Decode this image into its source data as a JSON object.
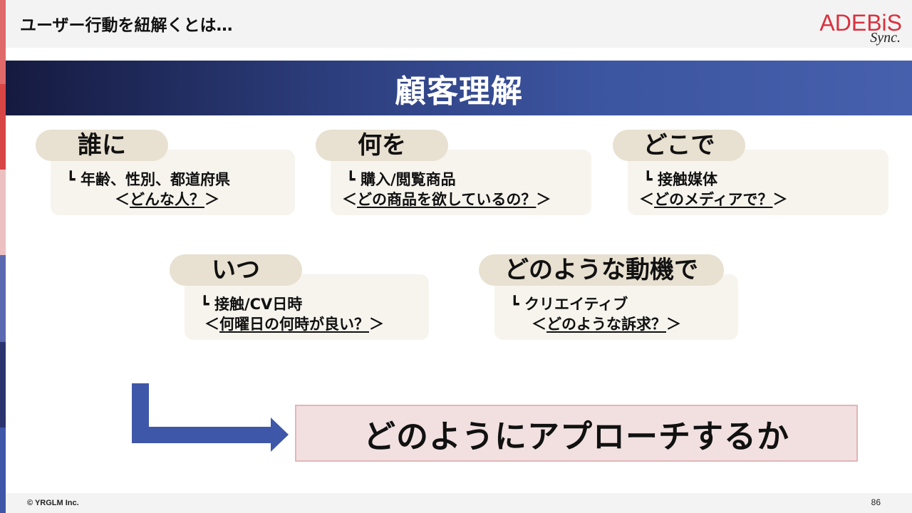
{
  "header": {
    "title": "ユーザー行動を紐解くとは…",
    "logo_main": "ADEBiS",
    "logo_sub": "Sync."
  },
  "banner": {
    "title": "顧客理解"
  },
  "cards": [
    {
      "tab": "誰に",
      "line1": "┗ 年齢、性別、都道府県",
      "line2_pre": "＜",
      "line2_main": "どんな人？",
      "line2_post": "＞"
    },
    {
      "tab": "何を",
      "line1": "┗ 購入/閲覧商品",
      "line2_pre": "＜",
      "line2_main": "どの商品を欲しているの？",
      "line2_post": "＞"
    },
    {
      "tab": "どこで",
      "line1": "┗ 接触媒体",
      "line2_pre": "＜",
      "line2_main": "どのメディアで？",
      "line2_post": "＞"
    },
    {
      "tab": "いつ",
      "line1": "┗ 接触/CV日時",
      "line2_pre": "＜",
      "line2_main": "何曜日の何時が良い？",
      "line2_post": "＞"
    },
    {
      "tab": "どのような動機で",
      "line1": "┗ クリエイティブ",
      "line2_pre": "＜",
      "line2_main": "どのような訴求？",
      "line2_post": "＞"
    }
  ],
  "result": {
    "text": "どのようにアプローチするか"
  },
  "footer": {
    "copyright": "© YRGLM Inc.",
    "page_number": "86"
  },
  "colors": {
    "banner_start": "#151a3f",
    "banner_end": "#4760ad",
    "arrow": "#3f57a8",
    "logo_red": "#d9313d",
    "card_bg": "#f7f4ee",
    "tab_bg": "#e8e0d0",
    "result_bg": "#f2e0e0"
  }
}
